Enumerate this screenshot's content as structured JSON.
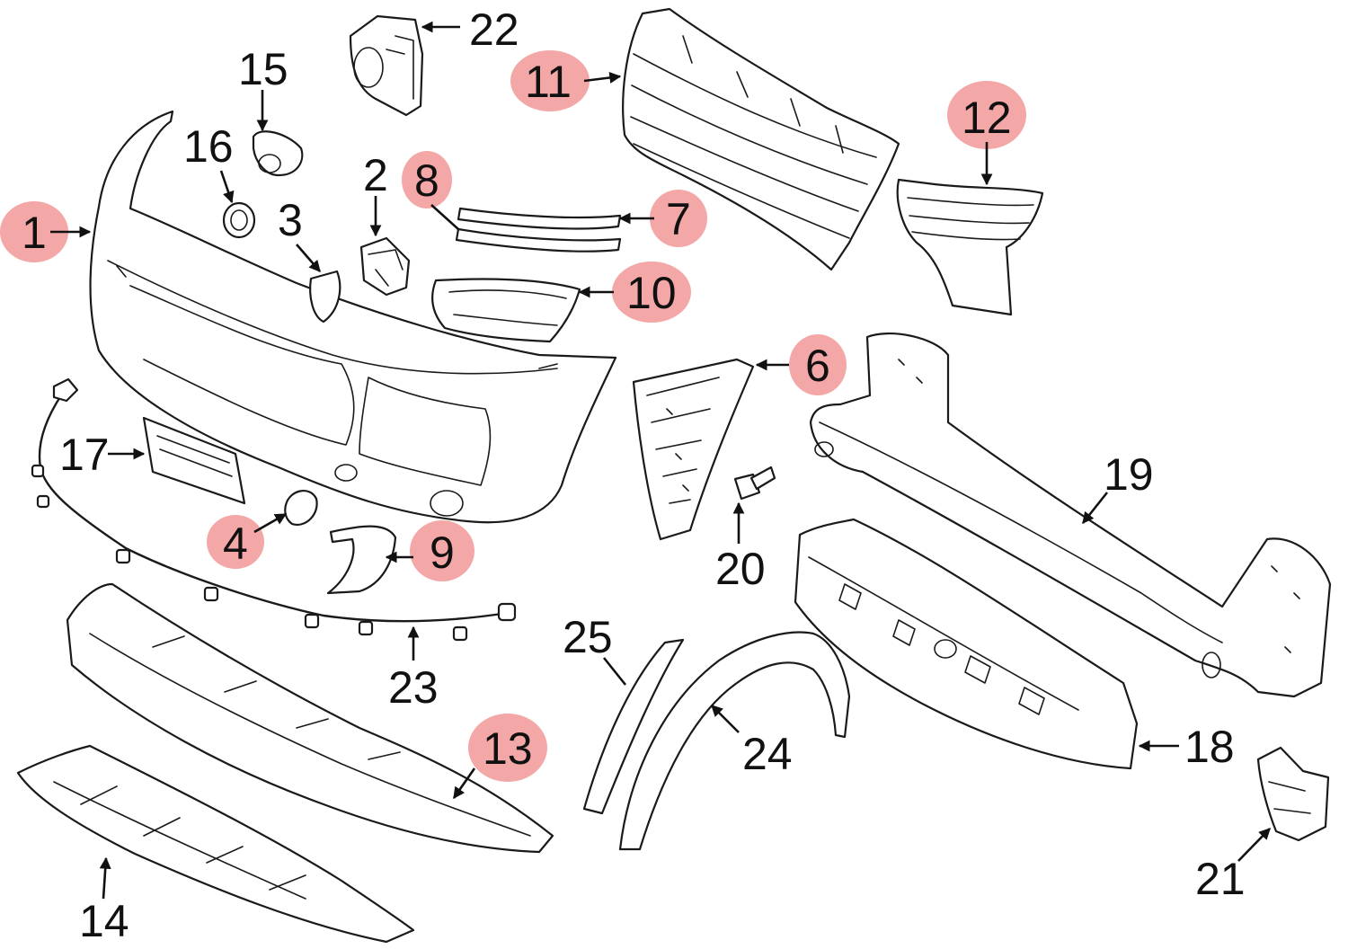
{
  "highlight_color": "#f4a7a7",
  "callouts": [
    {
      "id": "1",
      "label": "1",
      "highlighted": true
    },
    {
      "id": "2",
      "label": "2",
      "highlighted": false
    },
    {
      "id": "3",
      "label": "3",
      "highlighted": false
    },
    {
      "id": "4",
      "label": "4",
      "highlighted": true
    },
    {
      "id": "6",
      "label": "6",
      "highlighted": true
    },
    {
      "id": "7",
      "label": "7",
      "highlighted": true
    },
    {
      "id": "8",
      "label": "8",
      "highlighted": true
    },
    {
      "id": "9",
      "label": "9",
      "highlighted": true
    },
    {
      "id": "10",
      "label": "10",
      "highlighted": true
    },
    {
      "id": "11",
      "label": "11",
      "highlighted": true
    },
    {
      "id": "12",
      "label": "12",
      "highlighted": true
    },
    {
      "id": "13",
      "label": "13",
      "highlighted": true
    },
    {
      "id": "14",
      "label": "14",
      "highlighted": false
    },
    {
      "id": "15",
      "label": "15",
      "highlighted": false
    },
    {
      "id": "16",
      "label": "16",
      "highlighted": false
    },
    {
      "id": "17",
      "label": "17",
      "highlighted": false
    },
    {
      "id": "18",
      "label": "18",
      "highlighted": false
    },
    {
      "id": "19",
      "label": "19",
      "highlighted": false
    },
    {
      "id": "20",
      "label": "20",
      "highlighted": false
    },
    {
      "id": "21",
      "label": "21",
      "highlighted": false
    },
    {
      "id": "22",
      "label": "22",
      "highlighted": false
    },
    {
      "id": "23",
      "label": "23",
      "highlighted": false
    },
    {
      "id": "24",
      "label": "24",
      "highlighted": false
    },
    {
      "id": "25",
      "label": "25",
      "highlighted": false
    }
  ]
}
